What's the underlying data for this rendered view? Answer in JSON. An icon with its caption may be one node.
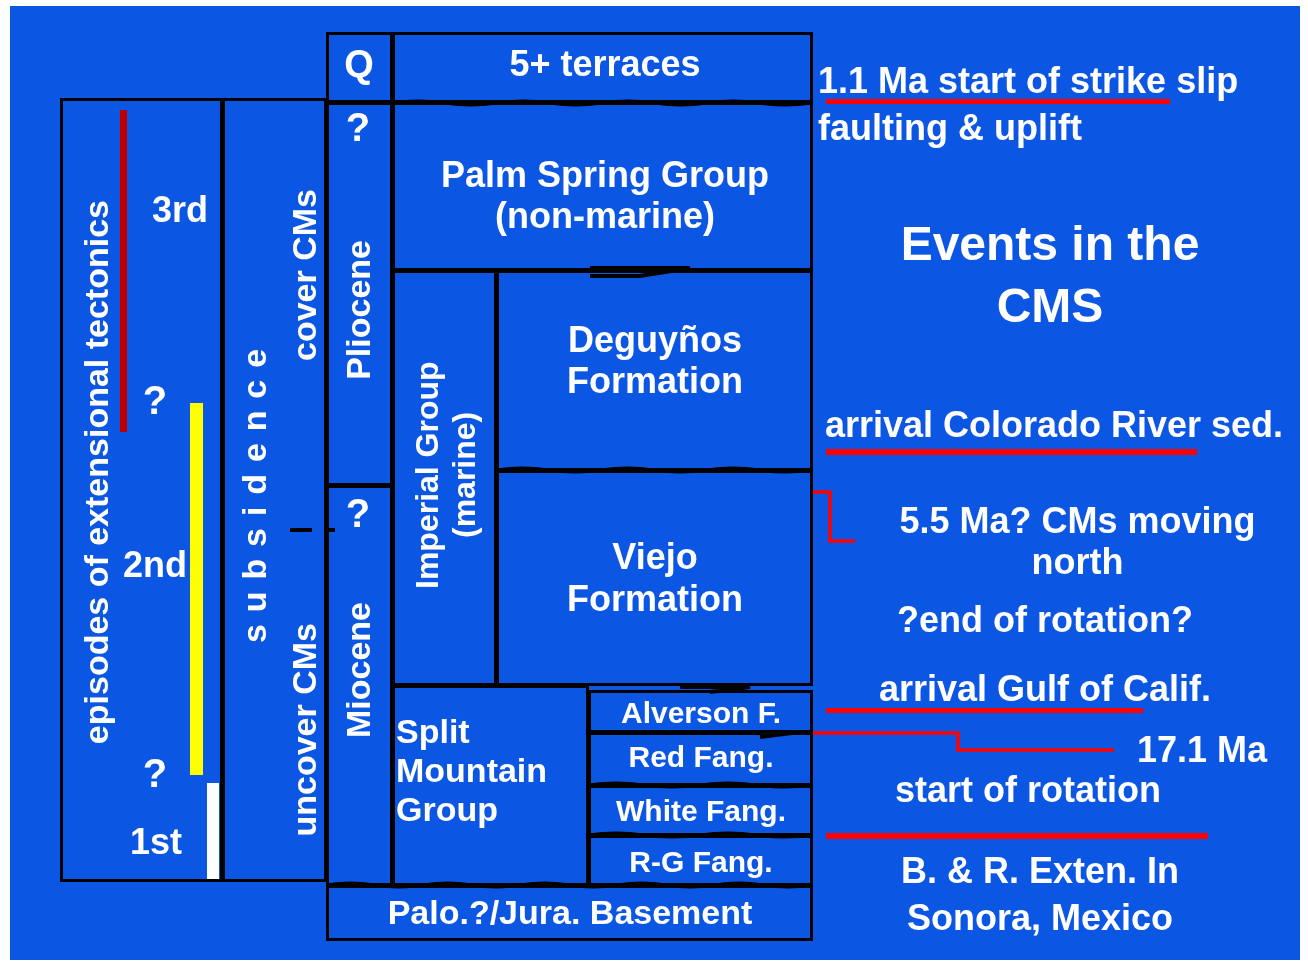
{
  "diagram": {
    "nodes": [
      {
        "text": [
          "episodes of extensional tectonics",
          "3rd",
          "?",
          "2nd",
          "?",
          "1st"
        ]
      },
      {
        "text": [
          "subsidence",
          "cover CMs",
          "uncover CMs"
        ]
      },
      {
        "text": [
          "Q"
        ]
      },
      {
        "text": [
          "?",
          "Pliocene"
        ]
      },
      {
        "text": [
          "?",
          "Miocene"
        ]
      },
      {
        "text": [
          "5+ terraces"
        ]
      },
      {
        "text": [
          "Palm Spring Group (non-marine)"
        ]
      },
      {
        "text": [
          "Imperial Group (marine)"
        ]
      },
      {
        "text": [
          "Deguyños Formation"
        ]
      },
      {
        "text": [
          "Viejo Formation"
        ]
      },
      {
        "text": [
          "Split Mountain Group"
        ]
      },
      {
        "text": [
          "Alverson F."
        ]
      },
      {
        "text": [
          "Red Fang."
        ]
      },
      {
        "text": [
          "White Fang."
        ]
      },
      {
        "text": [
          "R-G Fang."
        ]
      },
      {
        "text": [
          "Palo.?/Jura. Basement"
        ]
      },
      {
        "text": [
          "5.5 Ma? CMs moving north"
        ]
      },
      {
        "text": [
          "17.1 Ma"
        ]
      }
    ],
    "edges": [
      {
        "from": 16,
        "to": 9,
        "arrow": "none",
        "color": "#ff0000"
      },
      {
        "from": 17,
        "to": 11,
        "arrow": "none",
        "color": "#ff0000"
      }
    ],
    "labels": [
      "1.1 Ma start of strike slip faulting & uplift",
      "Events in the CMS",
      "arrival Colorado River sed.",
      "?end of rotation?",
      "arrival Gulf of Calif.",
      "start of rotation",
      "B. & R. Exten. In Sonora, Mexico"
    ]
  }
}
